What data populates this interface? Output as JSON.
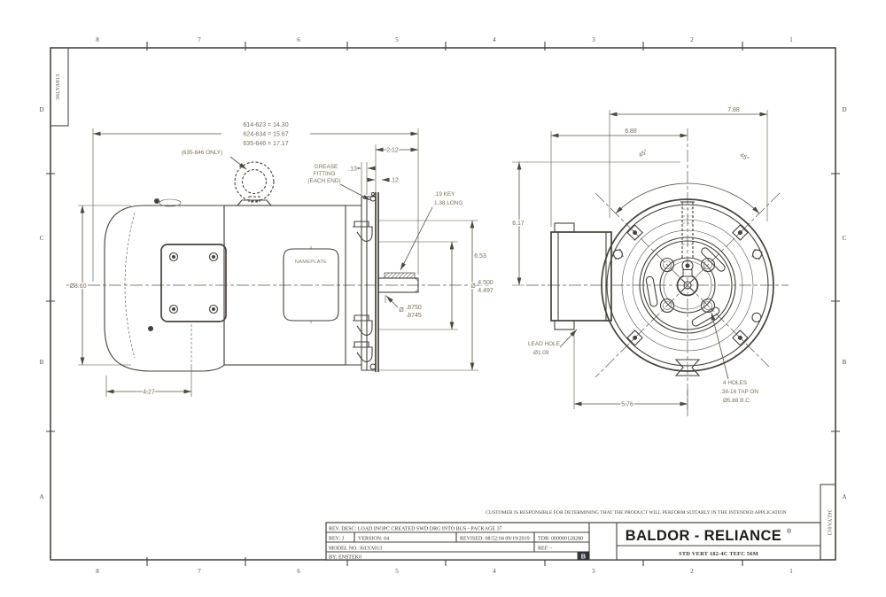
{
  "border": {
    "top_numbers": [
      "8",
      "7",
      "6",
      "5",
      "4",
      "3",
      "2",
      "1"
    ],
    "bottom_numbers": [
      "8",
      "7",
      "6",
      "5",
      "4",
      "3",
      "2",
      "1"
    ],
    "left_letters": [
      "D",
      "C",
      "B",
      "A"
    ],
    "right_letters": [
      "D",
      "C",
      "B",
      "A"
    ],
    "corner_top_left": "36LYA013",
    "corner_bottom_right": "36LYA013"
  },
  "side_view": {
    "length_dims": [
      "614-623 = 14.30",
      "624-634 = 15.67",
      "635-646 = 17.17"
    ],
    "eyebolt_note": "(635-646 ONLY)",
    "grease_note": [
      "GREASE",
      "FITTING",
      "(EACH END)"
    ],
    "dim_2_12": "2.12",
    "dim_13": ".13",
    "dim_12": ".12",
    "key_note": [
      ".19 KEY",
      "1.38 LONG"
    ],
    "dim_6_53": "6.53",
    "dia_symbol": "Ø",
    "dia_4500": [
      "4.500",
      "4.497"
    ],
    "dia_8750": [
      ".8750",
      ".8745"
    ],
    "dia_8_60": "Ø8.60",
    "dim_4_27": "4.27",
    "nameplate": "NAMEPLATE"
  },
  "front_view": {
    "dim_7_88": "7.88",
    "dim_6_88": "6.88",
    "angle_left": "45°",
    "angle_right": "45°",
    "dim_6_17": "6.17",
    "lead_hole": [
      "LEAD HOLE",
      "Ø1.09"
    ],
    "dim_5_76": "5.76",
    "holes_note": [
      "4 HOLES",
      ".38-16 TAP ON",
      "Ø5.88 B.C."
    ]
  },
  "title_block": {
    "disclaimer": "CUSTOMER IS RESPONSIBLE FOR DETERMINING THAT THE PRODUCT WILL PERFORM SUITABLY IN THE INTENDED APPLICATION",
    "rev_desc": "REV. DESC: LOAD INOPC CREATED SWD DRG INTO BUS - PACKAGE 37",
    "rev": "REV:  J",
    "version": "VERSION:  04",
    "revised": "REVISED:  08:52:04 09/19/2019",
    "tdr": "TDR:  000000128280",
    "model": "MODEL NO.   36LYA013",
    "ref": "REF:  -",
    "by": "BY:  ENSTEK0",
    "size_letter": "B",
    "brand": "BALDOR - RELIANCE",
    "brand_reg": "®",
    "subtitle": "STD VERT 182-4C TEFC 56M"
  }
}
